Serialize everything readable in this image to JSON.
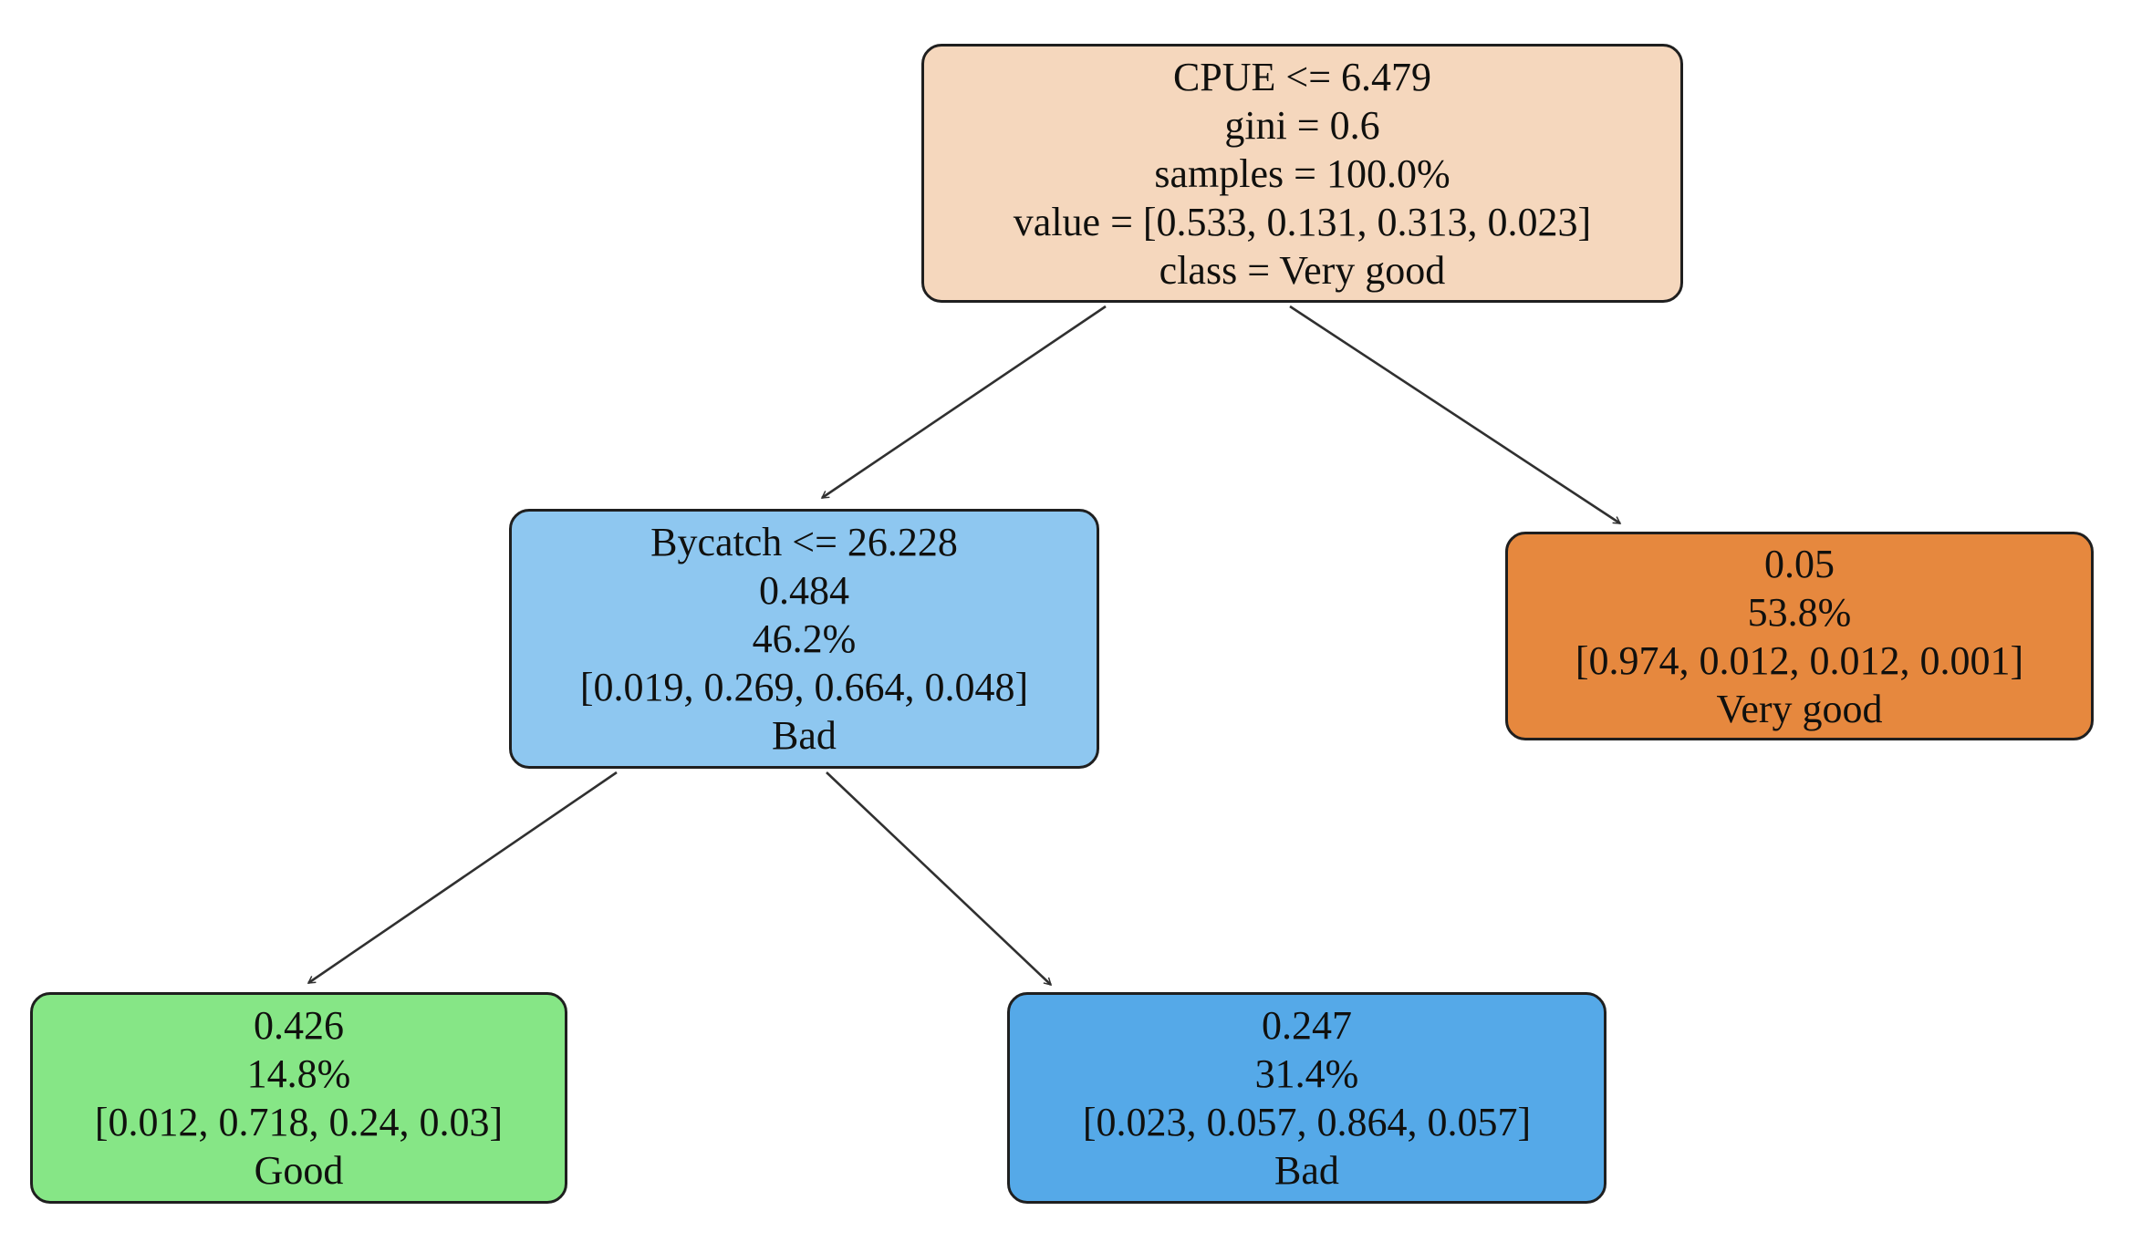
{
  "tree": {
    "kind": "decision-tree-diagram",
    "background": "#ffffff",
    "edge_color": "#303030",
    "text_color": "#10100e",
    "nodes": [
      {
        "name": "root",
        "fill": "#f5d7bd",
        "border": "#1f1f1f",
        "lines": [
          "CPUE <= 6.479",
          "gini = 0.6",
          "samples = 100.0%",
          "value = [0.533, 0.131, 0.313, 0.023]",
          "class = Very good"
        ]
      },
      {
        "name": "internal-bycatch",
        "fill": "#8ec7f0",
        "border": "#1f1f1f",
        "lines": [
          "Bycatch <= 26.228",
          "0.484",
          "46.2%",
          "[0.019, 0.269, 0.664, 0.048]",
          "Bad"
        ]
      },
      {
        "name": "leaf-very-good",
        "fill": "#e6883e",
        "border": "#1f1f1f",
        "lines": [
          "0.05",
          "53.8%",
          "[0.974, 0.012, 0.012, 0.001]",
          "Very good"
        ]
      },
      {
        "name": "leaf-good",
        "fill": "#86e686",
        "border": "#1f1f1f",
        "lines": [
          "0.426",
          "14.8%",
          "[0.012, 0.718, 0.24, 0.03]",
          "Good"
        ]
      },
      {
        "name": "leaf-bad",
        "fill": "#55a9e8",
        "border": "#1f1f1f",
        "lines": [
          "0.247",
          "31.4%",
          "[0.023, 0.057, 0.864, 0.057]",
          "Bad"
        ]
      }
    ]
  }
}
